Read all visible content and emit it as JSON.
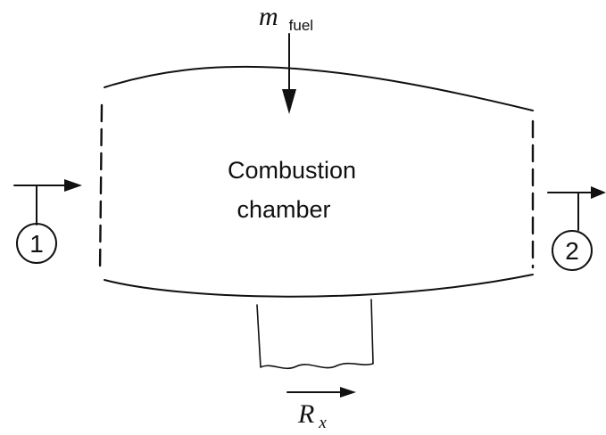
{
  "chamber": {
    "label_line1": "Combustion",
    "label_line2": "chamber"
  },
  "fuel_inflow": {
    "symbol": "m",
    "subscript": "fuel"
  },
  "reaction_force": {
    "symbol": "R",
    "subscript": "x"
  },
  "stations": {
    "inlet": "1",
    "outlet": "2"
  }
}
